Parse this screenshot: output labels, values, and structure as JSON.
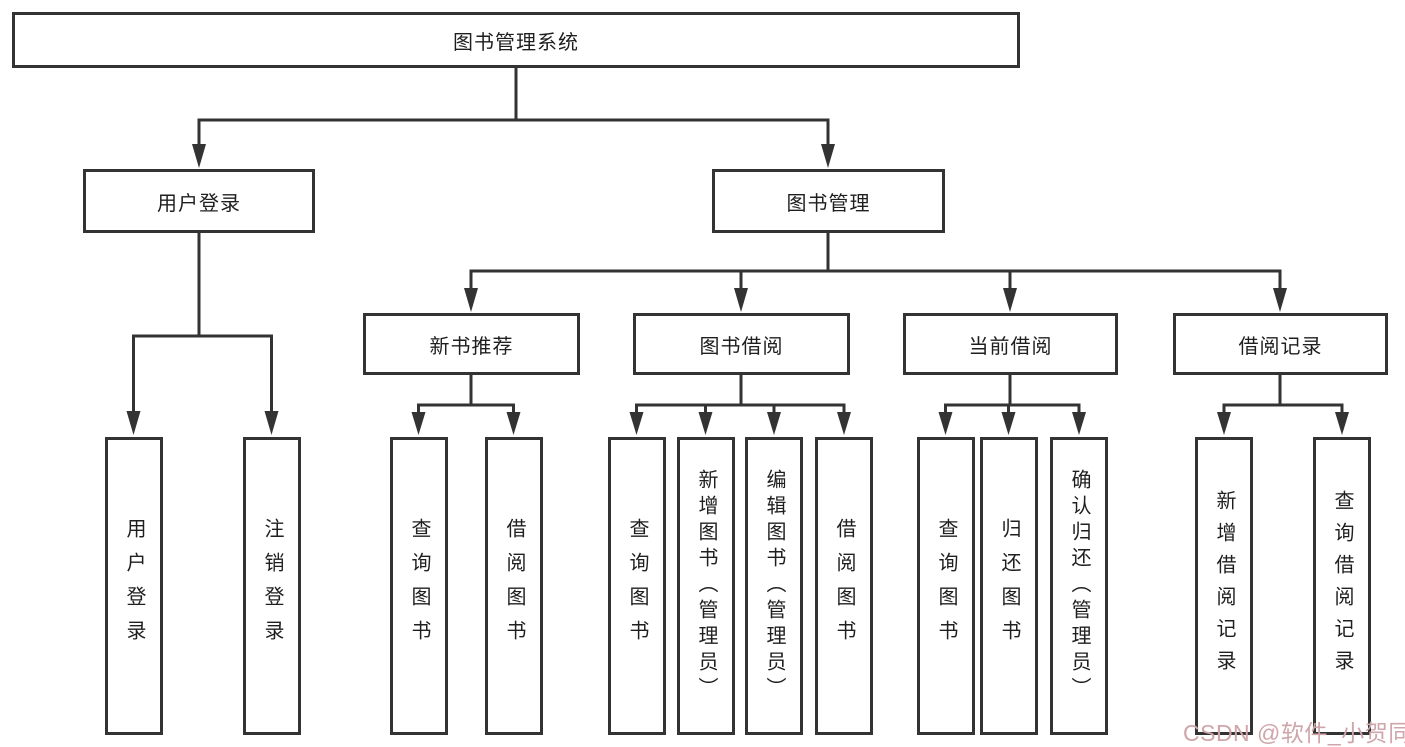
{
  "tree": {
    "root": {
      "label": "图书管理系统"
    },
    "branches": [
      {
        "label": "用户登录",
        "leaves": [
          {
            "label": "用户登录"
          },
          {
            "label": "注销登录"
          }
        ]
      },
      {
        "label": "图书管理",
        "groups": [
          {
            "label": "新书推荐",
            "leaves": [
              {
                "label": "查询图书"
              },
              {
                "label": "借阅图书"
              }
            ]
          },
          {
            "label": "图书借阅",
            "leaves": [
              {
                "label": "查询图书"
              },
              {
                "label": "新增图书（管理员）"
              },
              {
                "label": "编辑图书（管理员）"
              },
              {
                "label": "借阅图书"
              }
            ]
          },
          {
            "label": "当前借阅",
            "leaves": [
              {
                "label": "查询图书"
              },
              {
                "label": "归还图书"
              },
              {
                "label": "确认归还（管理员）"
              }
            ]
          },
          {
            "label": "借阅记录",
            "leaves": [
              {
                "label": "新增借阅记录"
              },
              {
                "label": "查询借阅记录"
              }
            ]
          }
        ]
      }
    ]
  },
  "watermark": {
    "text": "CSDN @软件_小贺同学"
  },
  "colors": {
    "line": "#333333",
    "text": "#1f1f1f",
    "watermark": "#cfa5a9",
    "background": "#ffffff"
  }
}
